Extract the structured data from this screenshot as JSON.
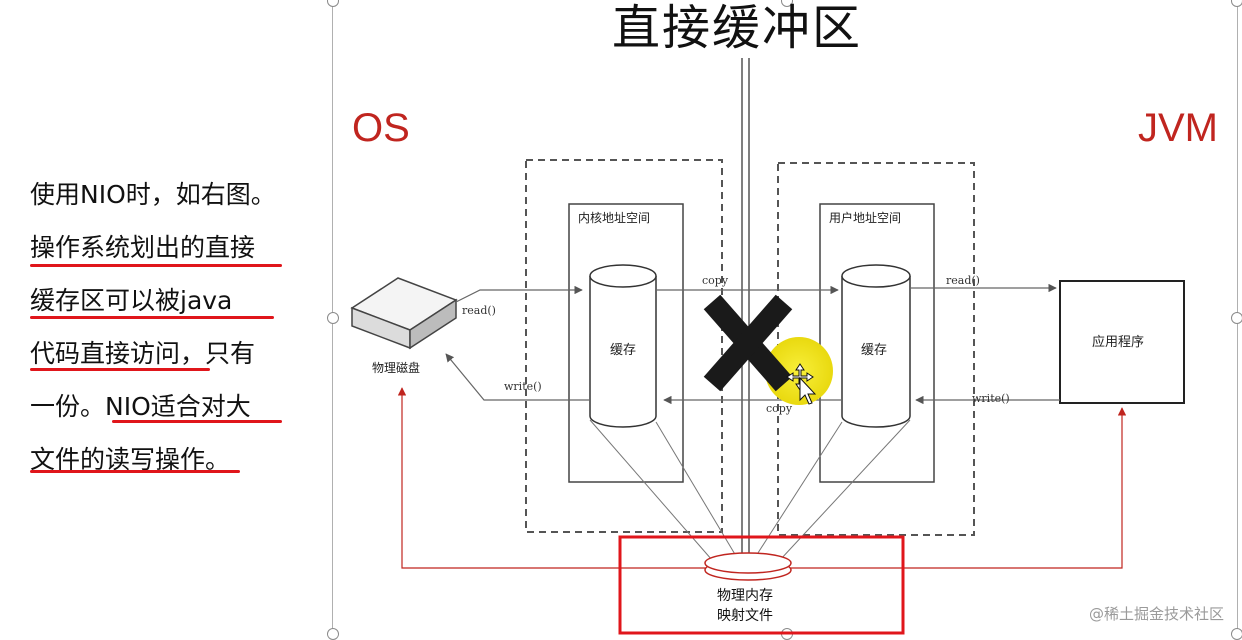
{
  "description": {
    "lines": [
      "使用NIO时，如右图。",
      "操作系统划出的直接",
      "缓存区可以被java",
      "代码直接访问，只有",
      "一份。NIO适合对大",
      "文件的读写操作。"
    ]
  },
  "slide": {
    "title": "直接缓冲区",
    "os_label": "OS",
    "jvm_label": "JVM"
  },
  "diagram": {
    "kernel_space_label": "内核地址空间",
    "user_space_label": "用户地址空间",
    "kernel_cache_label": "缓存",
    "user_cache_label": "缓存",
    "disk_label": "物理磁盘",
    "app_label": "应用程序",
    "mapped_file_label_1": "物理内存",
    "mapped_file_label_2": "映射文件",
    "edge_read_disk": "read()",
    "edge_write_disk": "write()",
    "edge_copy_top": "copy",
    "edge_copy_bottom": "copy",
    "edge_read_app": "read()",
    "edge_write_app": "write()"
  },
  "colors": {
    "accent_red": "#e0161b",
    "os_jvm_red": "#c0251f",
    "line_gray": "#6b6b6b",
    "highlight_yellow": "#f3e51c"
  },
  "watermark": "@稀土掘金技术社区"
}
